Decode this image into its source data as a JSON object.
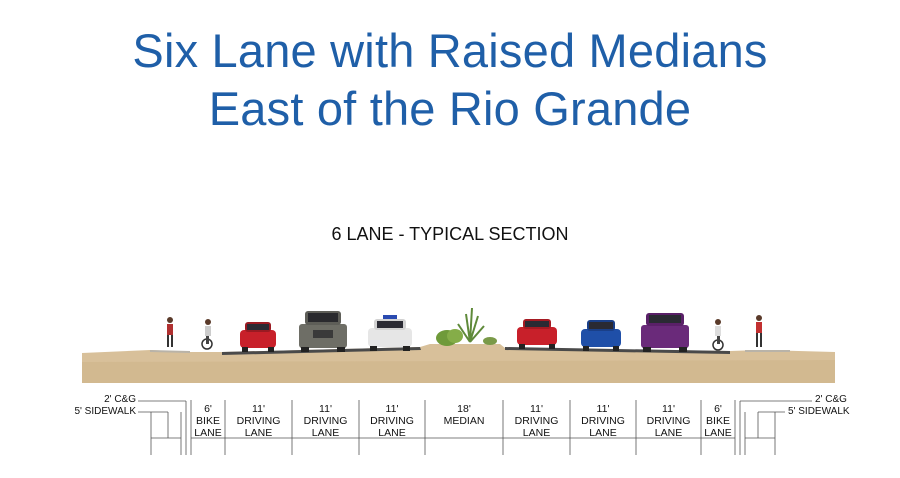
{
  "title": {
    "line1": "Six Lane with Raised Medians",
    "line2": "East of the Rio Grande"
  },
  "section_title": "6 LANE - TYPICAL SECTION",
  "left_labels": {
    "curb": "2' C&G",
    "sidewalk": "5' SIDEWALK"
  },
  "right_labels": {
    "curb": "2' C&G",
    "sidewalk": "5' SIDEWALK"
  },
  "lanes": [
    {
      "width": "6'",
      "name": "BIKE\nLANE"
    },
    {
      "width": "11'",
      "name": "DRIVING\nLANE"
    },
    {
      "width": "11'",
      "name": "DRIVING\nLANE"
    },
    {
      "width": "11'",
      "name": "DRIVING\nLANE"
    },
    {
      "width": "18'",
      "name": "MEDIAN"
    },
    {
      "width": "11'",
      "name": "DRIVING\nLANE"
    },
    {
      "width": "11'",
      "name": "DRIVING\nLANE"
    },
    {
      "width": "11'",
      "name": "DRIVING\nLANE"
    },
    {
      "width": "6'",
      "name": "BIKE\nLANE"
    }
  ],
  "colors": {
    "title": "#1f5fa8",
    "soil": "#d8c09a",
    "pavement": "#4a4a4a",
    "red_car": "#c8202a",
    "blue_car": "#1f4fa8",
    "purple_suv": "#6a2a7a",
    "gray_truck": "#6e6e66"
  }
}
